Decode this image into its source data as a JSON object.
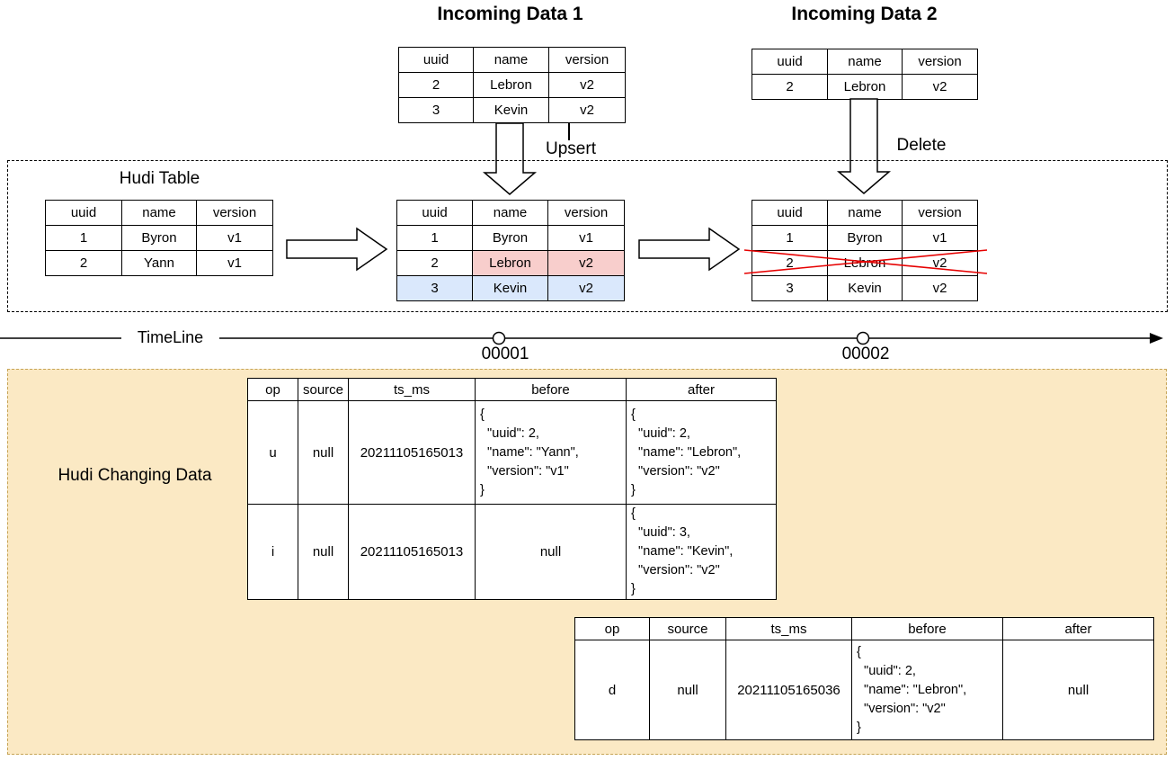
{
  "labels": {
    "incoming1_title": "Incoming Data 1",
    "incoming2_title": "Incoming Data 2",
    "hudi_table_title": "Hudi Table",
    "upsert": "Upsert",
    "delete": "Delete",
    "timeline": "TimeLine",
    "t1": "00001",
    "t2": "00002",
    "changing_title": "Hudi Changing Data"
  },
  "record_columns": [
    "uuid",
    "name",
    "version"
  ],
  "incoming1": {
    "rows": [
      [
        "2",
        "Lebron",
        "v2"
      ],
      [
        "3",
        "Kevin",
        "v2"
      ]
    ]
  },
  "incoming2": {
    "rows": [
      [
        "2",
        "Lebron",
        "v2"
      ]
    ]
  },
  "hudi_initial": {
    "rows": [
      [
        "1",
        "Byron",
        "v1"
      ],
      [
        "2",
        "Yann",
        "v1"
      ]
    ]
  },
  "hudi_after_upsert": {
    "rows": [
      [
        "1",
        "Byron",
        "v1"
      ],
      [
        "2",
        "Lebron",
        "v2"
      ],
      [
        "3",
        "Kevin",
        "v2"
      ]
    ]
  },
  "hudi_after_delete": {
    "rows": [
      [
        "1",
        "Byron",
        "v1"
      ],
      [
        "2",
        "Lebron",
        "v2"
      ],
      [
        "3",
        "Kevin",
        "v2"
      ]
    ]
  },
  "cdc_columns": [
    "op",
    "source",
    "ts_ms",
    "before",
    "after"
  ],
  "cdc_commit1": {
    "rows": [
      {
        "op": "u",
        "source": "null",
        "ts_ms": "20211105165013",
        "before": [
          "{",
          "  \"uuid\": 2,",
          "  \"name\": \"Yann\",",
          "  \"version\": \"v1\"",
          "}"
        ],
        "after": [
          "{",
          "  \"uuid\": 2,",
          "  \"name\": \"Lebron\",",
          "  \"version\": \"v2\"",
          "}"
        ]
      },
      {
        "op": "i",
        "source": "null",
        "ts_ms": "20211105165013",
        "before": "null",
        "after": [
          "{",
          "  \"uuid\": 3,",
          "  \"name\": \"Kevin\",",
          "  \"version\": \"v2\"",
          "}"
        ]
      }
    ]
  },
  "cdc_commit2": {
    "rows": [
      {
        "op": "d",
        "source": "null",
        "ts_ms": "20211105165036",
        "before": [
          "{",
          "  \"uuid\": 2,",
          "  \"name\": \"Lebron\",",
          "  \"version\": \"v2\"",
          "}"
        ],
        "after": "null"
      }
    ]
  },
  "colors": {
    "update_fill": "#F8CECC",
    "update_border": "#B85450",
    "insert_fill": "#DAE8FC",
    "insert_border": "#6C8EBF",
    "changing_fill": "#FBE9C4",
    "changing_border": "#C6A455",
    "delete_cross": "#E60000"
  }
}
